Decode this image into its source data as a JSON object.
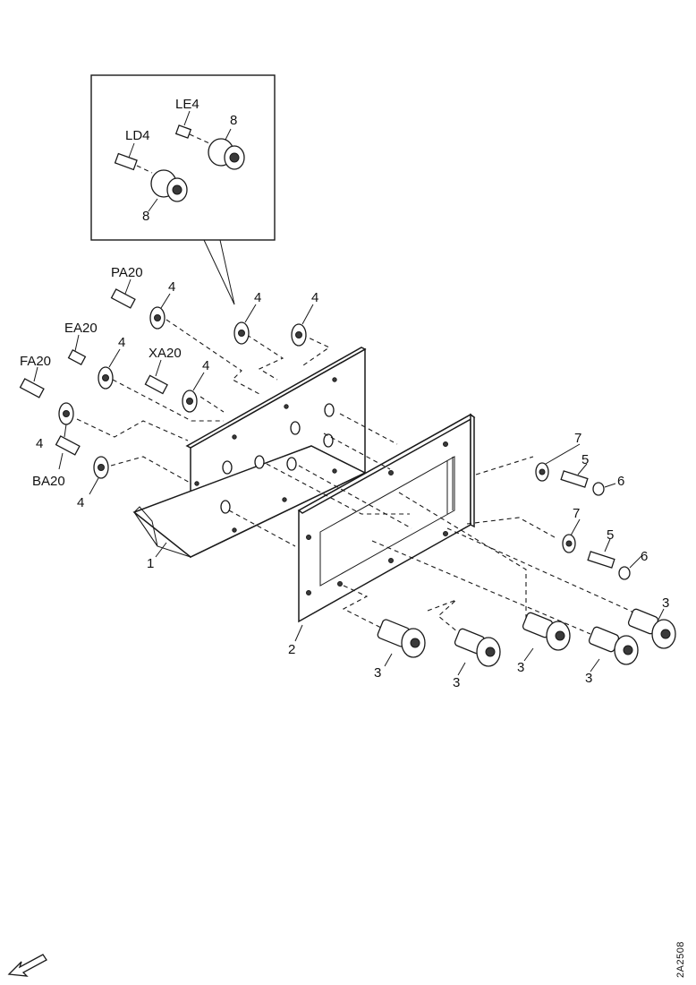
{
  "callouts": {
    "detail_pa": "LE4",
    "detail_ld": "LD4",
    "detail_8a": "8",
    "detail_8b": "8",
    "pa20": "PA20",
    "ea20": "EA20",
    "fa20": "FA20",
    "xa20": "XA20",
    "ba20": "BA20",
    "n4a": "4",
    "n4b": "4",
    "n4c": "4",
    "n4d": "4",
    "n4e": "4",
    "n4f": "4",
    "n4g": "4",
    "n1": "1",
    "n2": "2",
    "n3a": "3",
    "n3b": "3",
    "n3c": "3",
    "n3d": "3",
    "n3e": "3",
    "n5a": "5",
    "n5b": "5",
    "n6a": "6",
    "n6b": "6",
    "n7a": "7",
    "n7b": "7"
  },
  "figure_code": "2A2508",
  "icons": {
    "direction": "front-arrow-icon"
  }
}
